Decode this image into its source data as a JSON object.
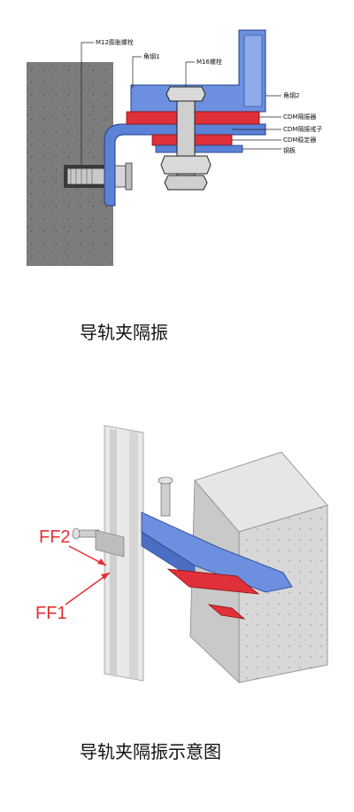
{
  "figure1": {
    "labels": {
      "m12": "M12膨胀螺栓",
      "angle1": "角钢1",
      "m16": "M16螺栓",
      "angle2": "角钢2",
      "cdm_isolator": "CDM隔振器",
      "cdm_isolator_piece": "CDM隔振戒子",
      "cdm_stabilizer": "CDM稳定器",
      "steel_plate": "钢板"
    },
    "caption": "导轨夹隔振"
  },
  "figure2": {
    "labels": {
      "ff2": "FF2",
      "ff1": "FF1"
    },
    "caption": "导轨夹隔振示意图"
  },
  "colors": {
    "concrete": "#7a7a7a",
    "blue_steel": "#5b82d6",
    "red_isolator": "#e0303a",
    "bolt_gray": "#c8c8c8",
    "label_red": "#e53030"
  }
}
